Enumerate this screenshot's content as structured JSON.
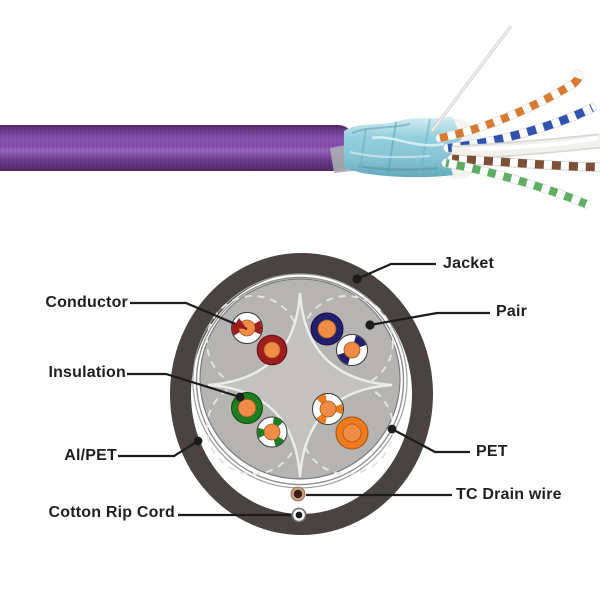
{
  "labels": {
    "conductor": "Conductor",
    "insulation": "Insulation",
    "al_pet": "Al/PET",
    "cotton_rip_cord": "Cotton Rip Cord",
    "jacket": "Jacket",
    "pair": "Pair",
    "pet": "PET",
    "tc_drain_wire": "TC Drain wire"
  },
  "colors": {
    "leader_line": "#1c1c1c",
    "jacket": "#494442",
    "shield_fill": "#b5b4b2",
    "spline": "#c3c2c0",
    "dashed_pair_circle": "#e4e3e1",
    "conductor": "#f08c46",
    "pair_red": "#a01d1f",
    "pair_blue": "#22206e",
    "pair_green": "#1f7d21",
    "pair_orange": "#ee7b1c",
    "drain_ring": "#c9a285",
    "drain_core": "#3c2017",
    "cable_purple": "#8a4fae",
    "foil_teal": "#93cfdd",
    "photo_pair_orange": "#d97a35",
    "photo_pair_blue": "#3053ae",
    "photo_pair_brown": "#7d5138",
    "photo_pair_green": "#5fae63"
  }
}
